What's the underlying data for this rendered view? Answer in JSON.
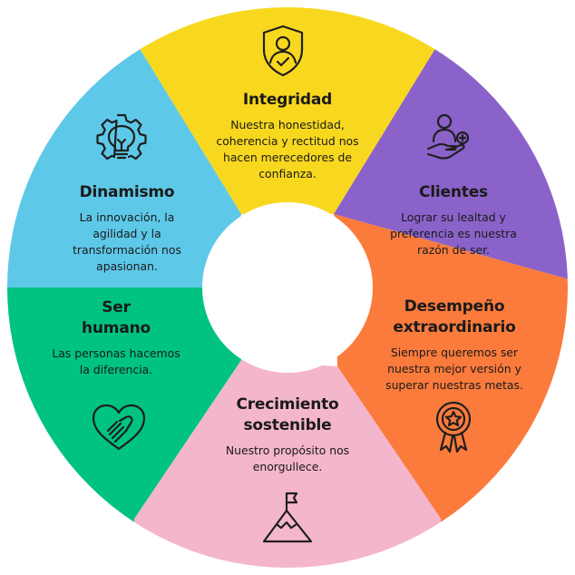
{
  "colors": {
    "integridad": "#f8d81f",
    "clientes": "#8b62c9",
    "desempeno": "#fb7b3c",
    "crecimiento": "#f4b6cc",
    "ser_humano": "#00c283",
    "dinamismo": "#5ec8e8",
    "center": "#ffffff"
  },
  "segments": [
    {
      "key": "integridad",
      "title": "Integridad",
      "description": "Nuestra honestidad,\ncoherencia y rectitud nos\nhacen merecedores de\nconfianza.",
      "icon": "shield-person-icon"
    },
    {
      "key": "clientes",
      "title": "Clientes",
      "description": "Lograr su lealtad y\npreferencia es nuestra\nrazón de ser.",
      "icon": "person-in-hand-icon"
    },
    {
      "key": "desempeno",
      "title": "Desempeño\nextraordinario",
      "description": "Siempre queremos ser\nnuestra mejor versión y\nsuperar nuestras metas.",
      "icon": "award-medal-icon"
    },
    {
      "key": "crecimiento",
      "title": "Crecimiento\nsostenible",
      "description": "Nuestro propósito nos\nenorgullece.",
      "icon": "mountain-flag-icon"
    },
    {
      "key": "ser_humano",
      "title": "Ser\nhumano",
      "description": "Las personas hacemos\nla diferencia.",
      "icon": "hand-heart-icon"
    },
    {
      "key": "dinamismo",
      "title": "Dinamismo",
      "description": "La innovación, la\nagilidad  y la\ntransformación  nos\napasionan.",
      "icon": "gear-lightbulb-icon"
    }
  ]
}
